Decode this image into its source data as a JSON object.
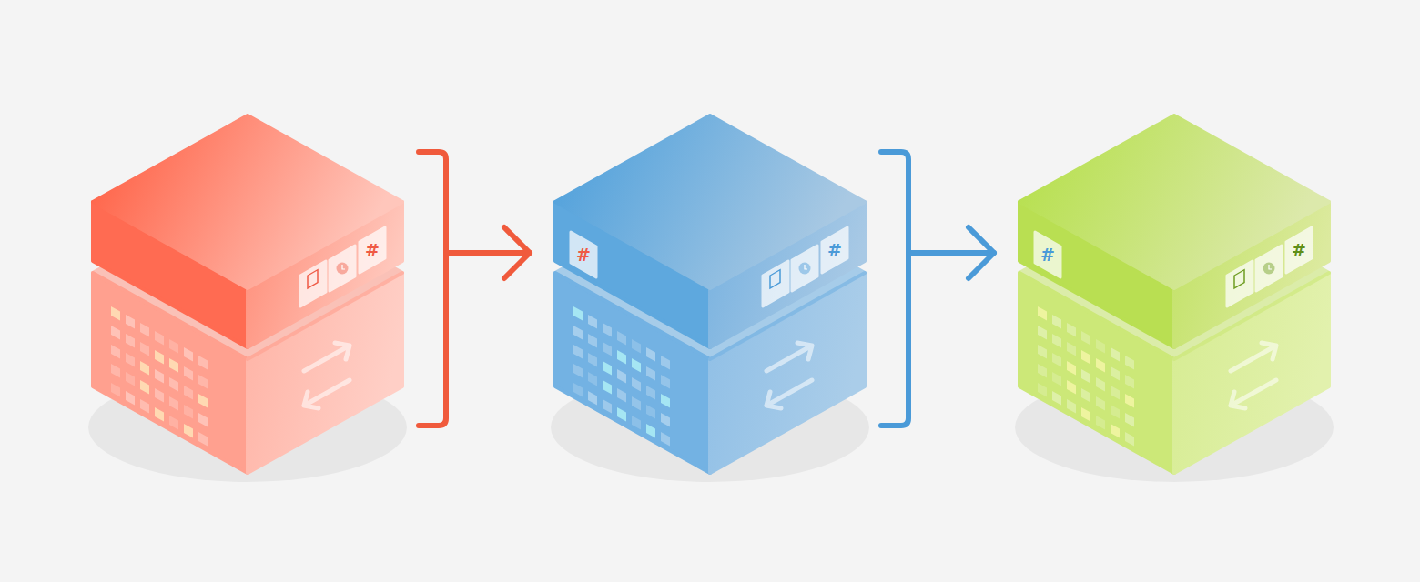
{
  "diagram": {
    "nodes": [
      {
        "text": [
          "#"
        ]
      },
      {
        "text": [
          "#",
          "#"
        ]
      },
      {
        "text": [
          "#",
          "#"
        ]
      }
    ],
    "edges": [
      {
        "from": 0,
        "to": 1,
        "arrow": "to"
      },
      {
        "from": 1,
        "to": 2,
        "arrow": "to"
      }
    ]
  }
}
